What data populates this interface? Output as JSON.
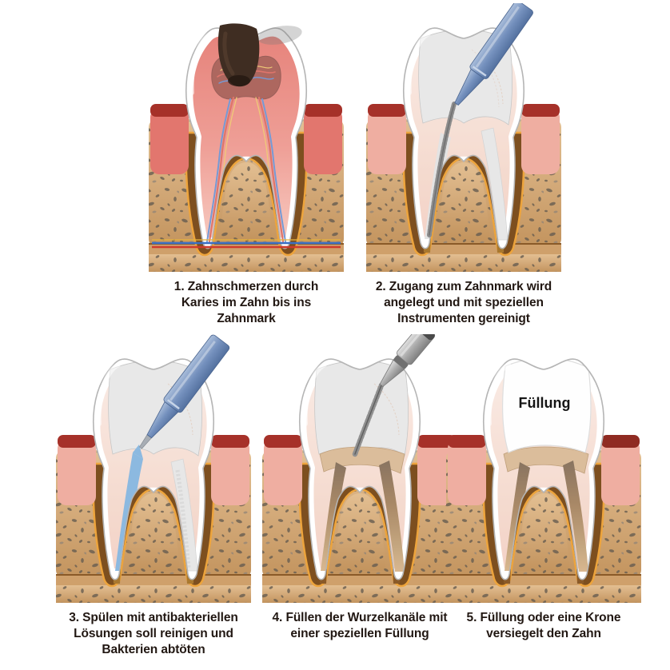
{
  "steps": [
    {
      "number": "1",
      "caption": "1. Zahnschmerzen durch Karies im Zahn bis ins Zahnmark",
      "lines": [
        "1. Zahnschmerzen durch",
        "Karies im Zahn bis ins",
        "Zahnmark"
      ],
      "illustration": "tooth-cross-section-with-caries-and-inflamed-pulp"
    },
    {
      "number": "2",
      "caption": "2. Zugang zum Zahnmark wird angelegt und mit speziellen Instrumenten gereinigt",
      "lines": [
        "2. Zugang zum Zahnmark wird",
        "angelegt und mit speziellen",
        "Instrumenten gereinigt"
      ],
      "illustration": "tooth-with-blue-handpiece-and-root-canal-file"
    },
    {
      "number": "3",
      "caption": "3. Spülen mit antibakteriellen Lösungen soll  reinigen und Bakterien abtöten",
      "lines": [
        "3. Spülen mit antibakteriellen",
        "Lösungen soll  reinigen und",
        "Bakterien abtöten"
      ],
      "illustration": "tooth-with-irrigation-syringe-and-blue-solution"
    },
    {
      "number": "4",
      "caption": "4. Füllen der Wurzelkanäle mit einer speziellen Füllung",
      "lines": [
        "4. Füllen der Wurzelkanäle mit",
        "einer speziellen Füllung"
      ],
      "illustration": "tooth-with-spiral-filler-and-brown-root-canal-filling"
    },
    {
      "number": "5",
      "caption": "5. Füllung oder eine Krone versiegelt den Zahn",
      "lines": [
        "5. Füllung oder eine Krone",
        "versiegelt den Zahn"
      ],
      "crown_label": "Füllung",
      "illustration": "sealed-tooth-with-white-filling"
    }
  ],
  "colors": {
    "background": "#ffffff",
    "caption_text": "#211712",
    "bone": "#d2a877",
    "bone_speckle": "#675c50",
    "gum_pink": "#efaea1",
    "gum_inflamed": "#e2766e",
    "gum_dark_ridge": "#a63129",
    "enamel": "#f4f4f4",
    "dentin": "#efc6b4",
    "pulp_inflamed": "#e0574d",
    "pulp_chamber_dark": "#8a261b",
    "caries": "#3f2d22",
    "vessel_red": "#d03a2c",
    "vessel_blue": "#3a6fc4",
    "vessel_yellow": "#e8b33d",
    "instrument_blue": "#7490bd",
    "instrument_steel": "#ababab",
    "irrigation_blue": "#4f94d0",
    "canal_filling_brown": "#7c4a16",
    "socket_brown": "#7d4f1f",
    "ligament_orange": "#eda43c",
    "filling_white": "#fdfdfd"
  }
}
